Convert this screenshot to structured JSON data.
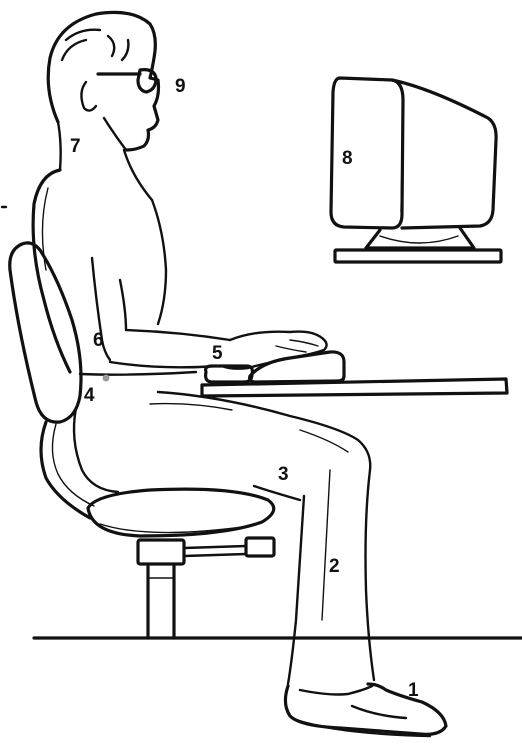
{
  "labels": {
    "feet": "1",
    "lower_leg": "2",
    "thigh": "3",
    "lower_back": "4",
    "wrist": "5",
    "elbow": "6",
    "neck": "7",
    "monitor": "8",
    "eyes": "9"
  },
  "colors": {
    "ink": "#111111",
    "paper": "#ffffff",
    "marker_dot": "#9a9a9a"
  }
}
